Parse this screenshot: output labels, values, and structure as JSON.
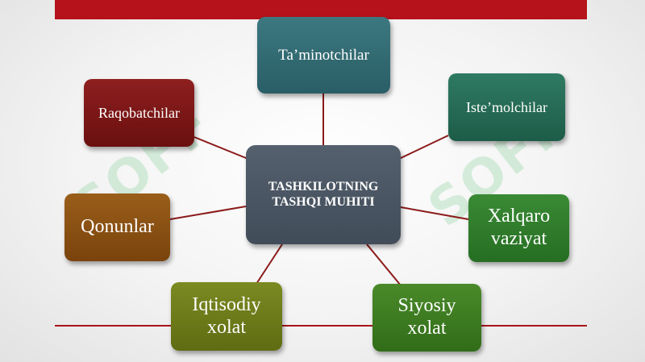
{
  "diagram": {
    "center": "TASHKILOTNING\nTASHQI MUHITI",
    "nodes": {
      "top": "Ta’minotchilar",
      "upper_left": "Raqobatchilar",
      "upper_right": "Iste’molchilar",
      "middle_left": "Qonunlar",
      "middle_right": "Xalqaro\nvaziyat",
      "bottom_left": "Iqtisodiy\nxolat",
      "bottom_right": "Siyosiy\nxolat"
    }
  },
  "watermark": "SOFF",
  "colors": {
    "accent_bar": "#b5121b",
    "center": "#4a5563",
    "connector": "#8b1a1a"
  }
}
